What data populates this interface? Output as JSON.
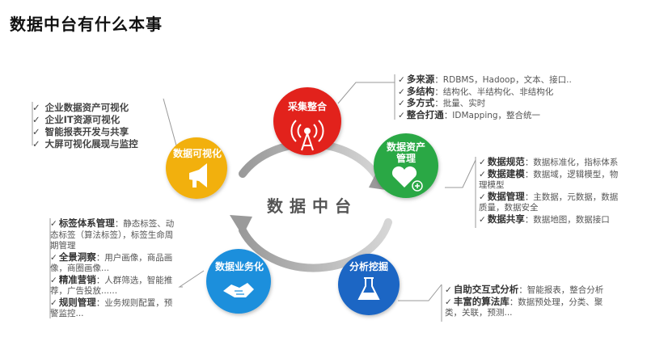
{
  "title": "数据中台有什么本事",
  "center": "数据中台",
  "nodes": {
    "collect": {
      "label": "采集整合",
      "color": "#e2201c",
      "icon": "signal-tower-icon"
    },
    "asset": {
      "label_lines": [
        "数据资产",
        "管理"
      ],
      "color": "#2aa845",
      "icon": "heart-plus-icon"
    },
    "mining": {
      "label": "分析挖掘",
      "color": "#1b66c4",
      "icon": "flask-icon"
    },
    "business": {
      "label": "数据业务化",
      "color": "#1e8fdc",
      "icon": "handshake-icon"
    },
    "visual": {
      "label": "数据可视化",
      "color": "#f2b010",
      "icon": "megaphone-icon"
    }
  },
  "panels": {
    "visual": [
      "企业数据资产可视化",
      "企业IT资源可视化",
      "智能报表开发与共享",
      "大屏可视化展现与监控"
    ],
    "collect": [
      {
        "key": "多来源",
        "val": "：RDBMS，Hadoop，文本、接口.."
      },
      {
        "key": "多结构",
        "val": "：结构化、半结构化、非结构化"
      },
      {
        "key": "多方式",
        "val": "：批量、实时"
      },
      {
        "key": "整合打通",
        "val": "：IDMapping，整合统一"
      }
    ],
    "asset": [
      {
        "key": "数据规范",
        "val": "：数据标准化，指标体系"
      },
      {
        "key": "数据建模",
        "val": "：数据域，逻辑模型，物理模型"
      },
      {
        "key": "数据管理",
        "val": "：主数据，元数据，数据质量，数据安全"
      },
      {
        "key": "数据共享",
        "val": "：数据地图，数据接口"
      }
    ],
    "mining": [
      {
        "key": "自助交互式分析",
        "val": "：智能报表，整合分析"
      },
      {
        "key": "丰富的算法库",
        "val": "：数据预处理，分类、聚类，关联，预测..."
      }
    ],
    "business": [
      {
        "key": "标签体系管理",
        "val": "：静态标签、动态标签（算法标签），标签生命周期管理"
      },
      {
        "key": "全景洞察",
        "val": "：用户画像，商品画像，商圈画像..."
      },
      {
        "key": "精准营销",
        "val": "：人群筛选，智能推荐，广告投放......"
      },
      {
        "key": "规则管理",
        "val": "：业务规则配置，预警监控..."
      }
    ]
  },
  "checkmark": "✓"
}
